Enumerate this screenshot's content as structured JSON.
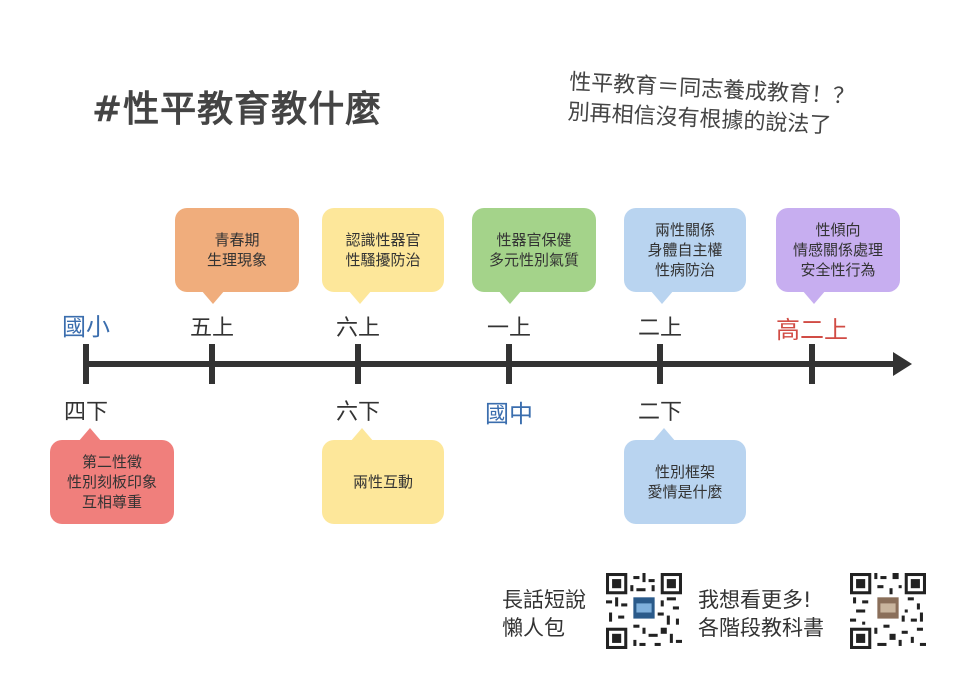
{
  "title": "#性平教育教什麼",
  "note": {
    "line1": "性平教育＝同志養成教育！？",
    "line2": "別再相信沒有根據的說法了"
  },
  "timeline": {
    "upper_labels": [
      {
        "text": "國小",
        "style": "school"
      },
      {
        "text": "五上",
        "style": "normal"
      },
      {
        "text": "六上",
        "style": "normal"
      },
      {
        "text": "一上",
        "style": "normal"
      },
      {
        "text": "二上",
        "style": "normal"
      },
      {
        "text": "高二上",
        "style": "high"
      }
    ],
    "lower_labels": [
      {
        "text": "四下",
        "style": "normal"
      },
      {
        "text": "六下",
        "style": "normal"
      },
      {
        "text": "國中",
        "style": "school"
      },
      {
        "text": "二下",
        "style": "normal"
      }
    ]
  },
  "bubbles_top": [
    {
      "lines": [
        "青春期",
        "生理現象"
      ],
      "color": "#f0ad7c"
    },
    {
      "lines": [
        "認識性器官",
        "性騷擾防治"
      ],
      "color": "#fde79a"
    },
    {
      "lines": [
        "性器官保健",
        "多元性別氣質"
      ],
      "color": "#a4d38a"
    },
    {
      "lines": [
        "兩性關係",
        "身體自主權",
        "性病防治"
      ],
      "color": "#b9d4f0"
    },
    {
      "lines": [
        "性傾向",
        "情感關係處理",
        "安全性行為"
      ],
      "color": "#c7aef0"
    }
  ],
  "bubbles_bottom": [
    {
      "lines": [
        "第二性徵",
        "性別刻板印象",
        "互相尊重"
      ],
      "color": "#f07f7c"
    },
    {
      "lines": [
        "兩性互動"
      ],
      "color": "#fde79a"
    },
    {
      "lines": [
        "性別框架",
        "愛情是什麼"
      ],
      "color": "#b9d4f0"
    }
  ],
  "footer": {
    "left_line1": "長話短說",
    "left_line2": "懶人包",
    "right_line1": "我想看更多!",
    "right_line2": "各階段教科書"
  },
  "colors": {
    "axis": "#333333",
    "school": "#3b6eae",
    "high": "#d14c45"
  }
}
